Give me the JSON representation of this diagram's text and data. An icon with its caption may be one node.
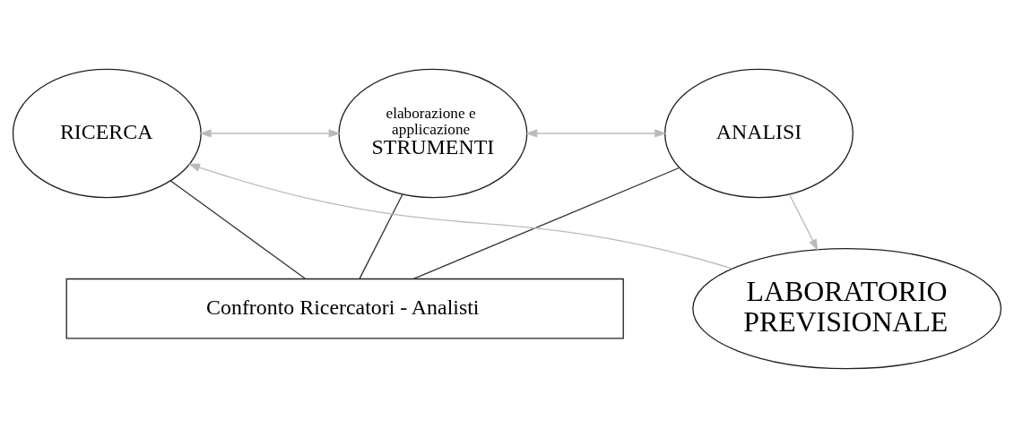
{
  "diagram": {
    "nodes": [
      {
        "text": [
          "RICERCA"
        ]
      },
      {
        "text": [
          "elaborazione e applicazione",
          "STRUMENTI"
        ]
      },
      {
        "text": [
          "ANALISI"
        ]
      },
      {
        "text": [
          "Confronto Ricercatori - Analisti"
        ]
      },
      {
        "text": [
          "LABORATORIO PREVISIONALE"
        ]
      }
    ],
    "edges": [
      {
        "from": 0,
        "to": 1,
        "arrow": "both"
      },
      {
        "from": 1,
        "to": 2,
        "arrow": "both"
      },
      {
        "from": 0,
        "to": 3,
        "arrow": "none",
        "color": "#333333"
      },
      {
        "from": 1,
        "to": 3,
        "arrow": "none",
        "color": "#333333"
      },
      {
        "from": 2,
        "to": 3,
        "arrow": "none",
        "color": "#333333"
      },
      {
        "from": 2,
        "to": 4,
        "arrow": "to"
      },
      {
        "from": 4,
        "to": 0,
        "arrow": "to"
      }
    ]
  }
}
